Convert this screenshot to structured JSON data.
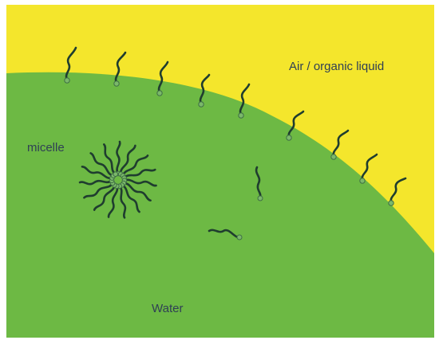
{
  "diagram": {
    "labels": {
      "air": "Air / organic liquid",
      "micelle": "micelle",
      "water": "Water"
    },
    "colors": {
      "air_region": "#f4e62c",
      "water_region": "#6db944",
      "surfactant_tail": "#1f3d2f",
      "surfactant_head": "#7bb86a"
    }
  }
}
